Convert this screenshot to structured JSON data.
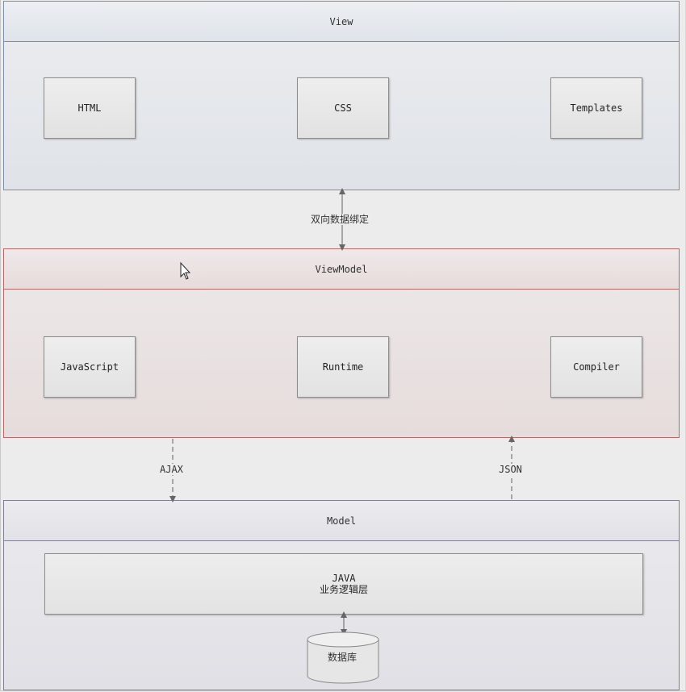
{
  "layers": {
    "view": {
      "title": "View",
      "items": [
        "HTML",
        "CSS",
        "Templates"
      ]
    },
    "viewmodel": {
      "title": "ViewModel",
      "items": [
        "JavaScript",
        "Runtime",
        "Compiler"
      ]
    },
    "model": {
      "title": "Model",
      "logic_line1": "JAVA",
      "logic_line2": "业务逻辑层",
      "database": "数据库"
    }
  },
  "connectors": {
    "binding": "双向数据绑定",
    "request": "AJAX",
    "response": "JSON"
  }
}
